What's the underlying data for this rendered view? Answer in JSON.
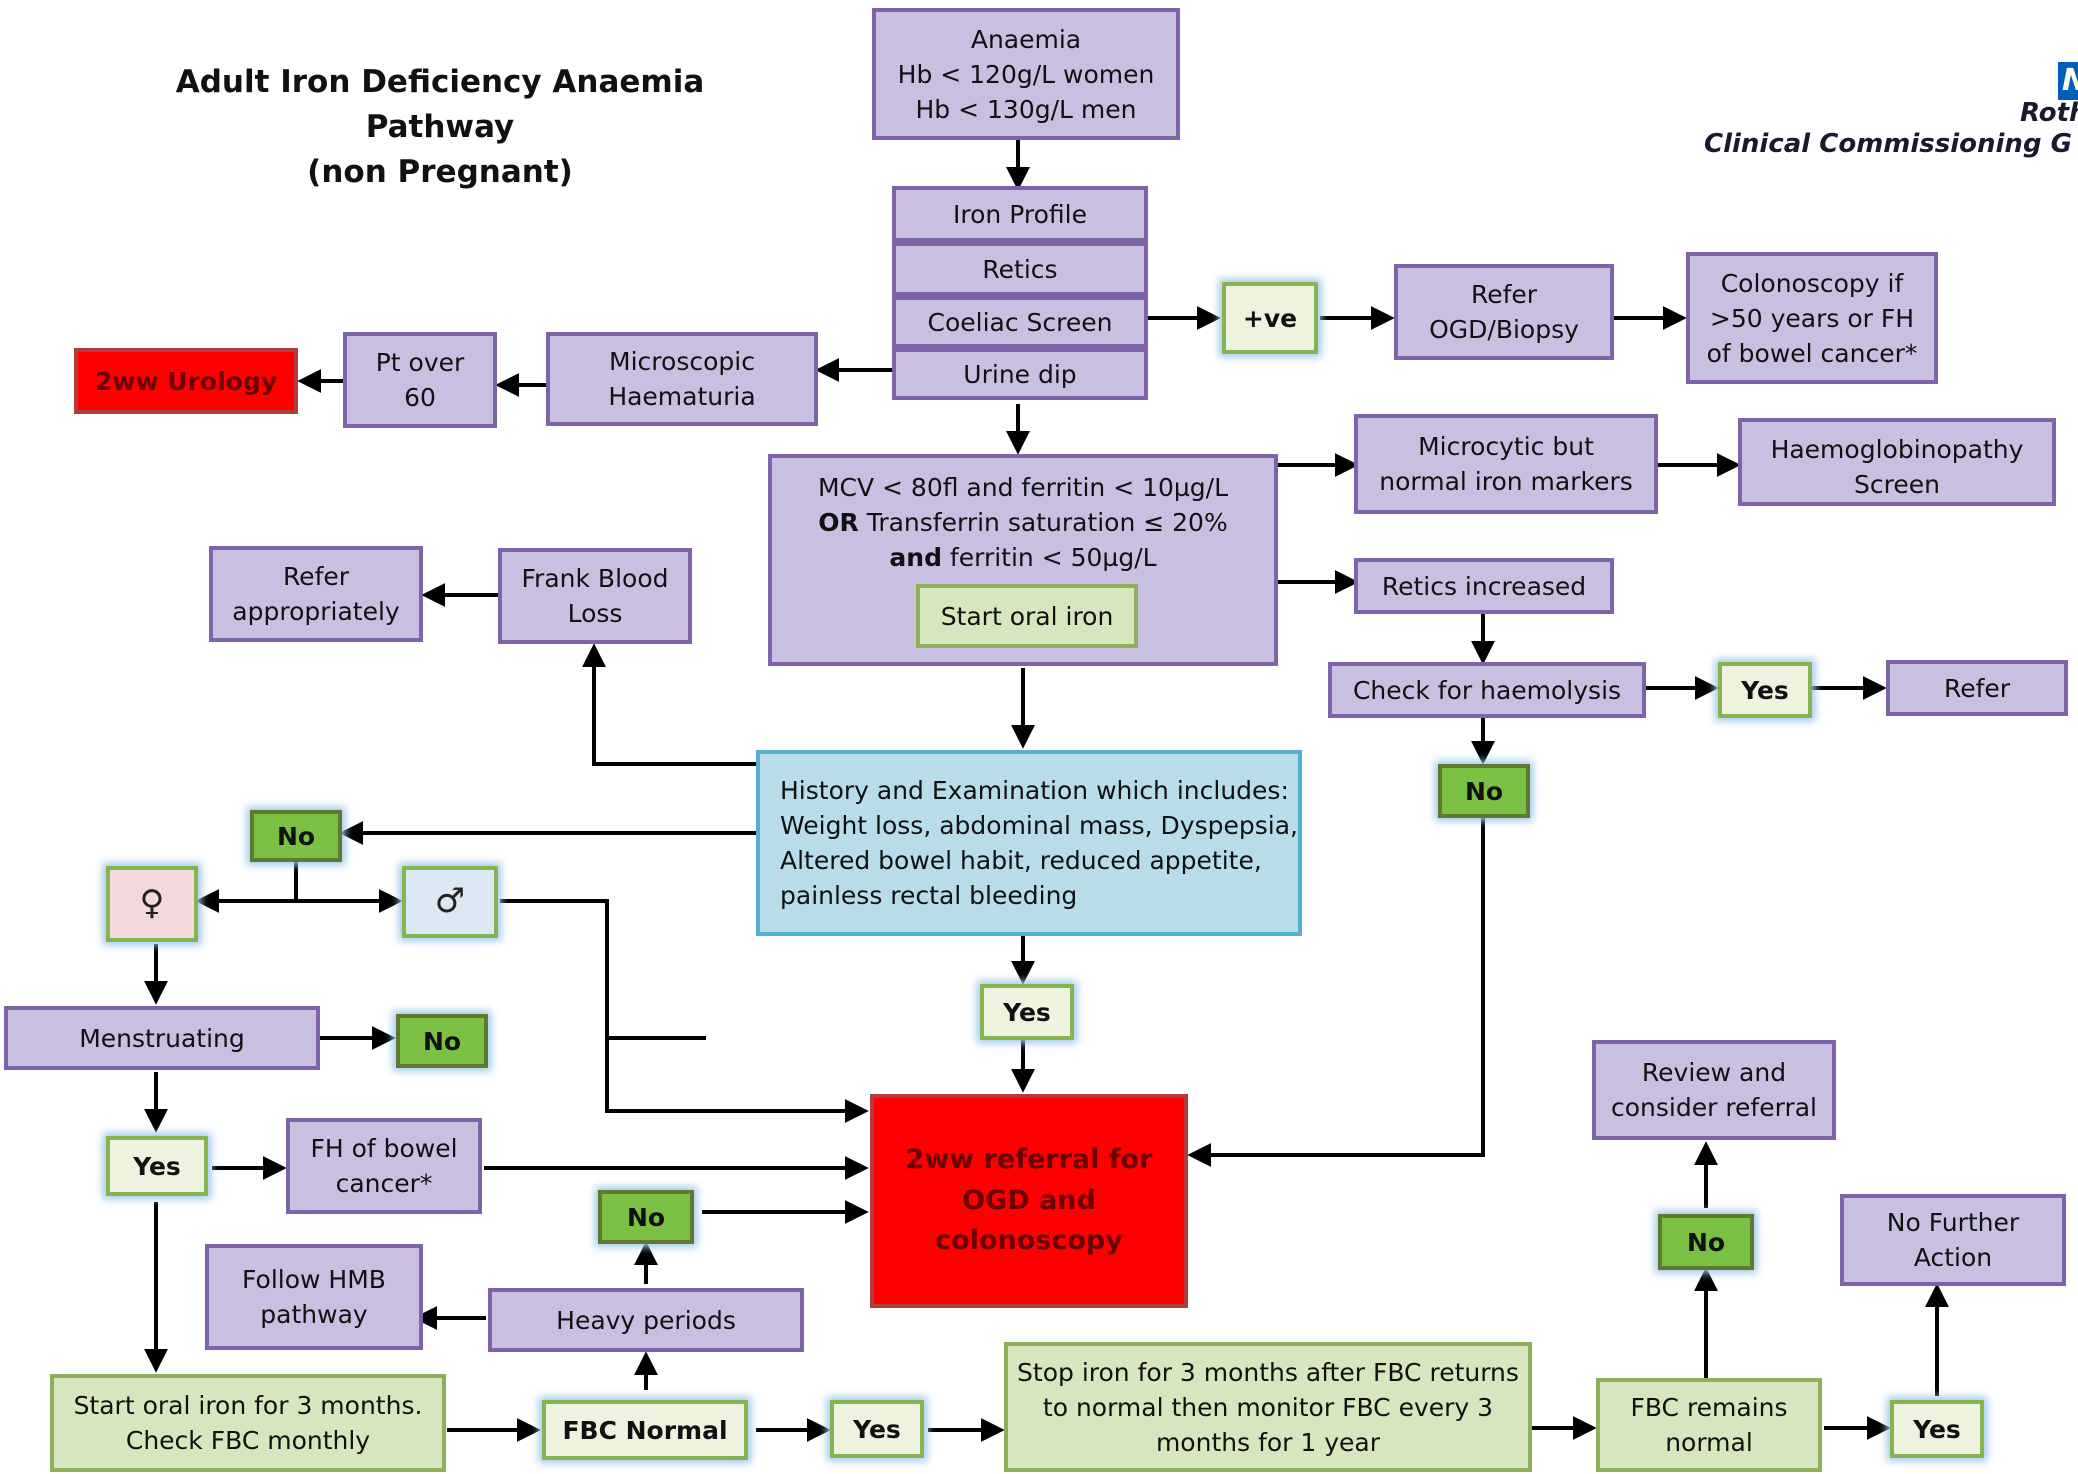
{
  "title": {
    "line1": "Adult Iron Deficiency Anaemia Pathway",
    "line2": "(non Pregnant)"
  },
  "logo": {
    "line1": "Rother",
    "line2": "Clinical Commissioning G"
  },
  "nodes": {
    "anaemia": [
      "Anaemia",
      "Hb < 120g/L women",
      "Hb < 130g/L men"
    ],
    "iron_profile": "Iron Profile",
    "retics": "Retics",
    "coeliac_screen": "Coeliac Screen",
    "urine_dip": "Urine dip",
    "positive": "+ve",
    "refer_ogd": [
      "Refer",
      "OGD/Biopsy"
    ],
    "colonoscopy": [
      "Colonoscopy if",
      ">50 years or FH",
      "of bowel cancer*"
    ],
    "microscopic_haematuria": [
      "Microscopic",
      "Haematuria"
    ],
    "pt_over_60": [
      "Pt over",
      "60"
    ],
    "urology_2ww": "2ww Urology",
    "criteria": {
      "line1": "MCV < 80fl and ferritin < 10µg/L",
      "line2_bold": "OR",
      "line2_rest": " Transferrin saturation ≤ 20%",
      "line3_bold": "and",
      "line3_rest": " ferritin < 50µg/L"
    },
    "start_oral_iron": "Start oral iron",
    "microcytic": [
      "Microcytic but",
      "normal iron markers"
    ],
    "haemoglobinopathy": [
      "Haemoglobinopathy",
      "Screen"
    ],
    "retics_increased": "Retics increased",
    "check_haemolysis": "Check for haemolysis",
    "yes_haemolysis": "Yes",
    "refer": "Refer",
    "no_haemolysis": "No",
    "refer_appropriately": [
      "Refer",
      "appropriately"
    ],
    "frank_blood_loss": [
      "Frank Blood",
      "Loss"
    ],
    "history": [
      "History and Examination which includes:",
      "Weight loss, abdominal mass, Dyspepsia,",
      "Altered bowel habit, reduced appetite,",
      "painless rectal bleeding"
    ],
    "no_history": "No",
    "female": "♀",
    "male": "♂",
    "yes_history": "Yes",
    "menstruating": "Menstruating",
    "no_menstruating": "No",
    "yes_menstruating": "Yes",
    "fh_bowel": [
      "FH of bowel",
      "cancer*"
    ],
    "referral_2ww": [
      "2ww referral for",
      "OGD and",
      "colonoscopy"
    ],
    "no_heavy": "No",
    "follow_hmb": [
      "Follow HMB",
      "pathway"
    ],
    "heavy_periods": "Heavy periods",
    "start_oral_iron_3m": [
      "Start oral iron for 3 months.",
      "Check FBC monthly"
    ],
    "fbc_normal": "FBC Normal",
    "yes_fbc": "Yes",
    "stop_iron": [
      "Stop iron for 3 months after FBC returns",
      "to normal then monitor FBC every 3",
      "months for 1 year"
    ],
    "fbc_remains": [
      "FBC remains",
      "normal"
    ],
    "yes_remains": "Yes",
    "no_remains": "No",
    "review_referral": [
      "Review and",
      "consider referral"
    ],
    "no_further_action": [
      "No Further",
      "Action"
    ]
  }
}
